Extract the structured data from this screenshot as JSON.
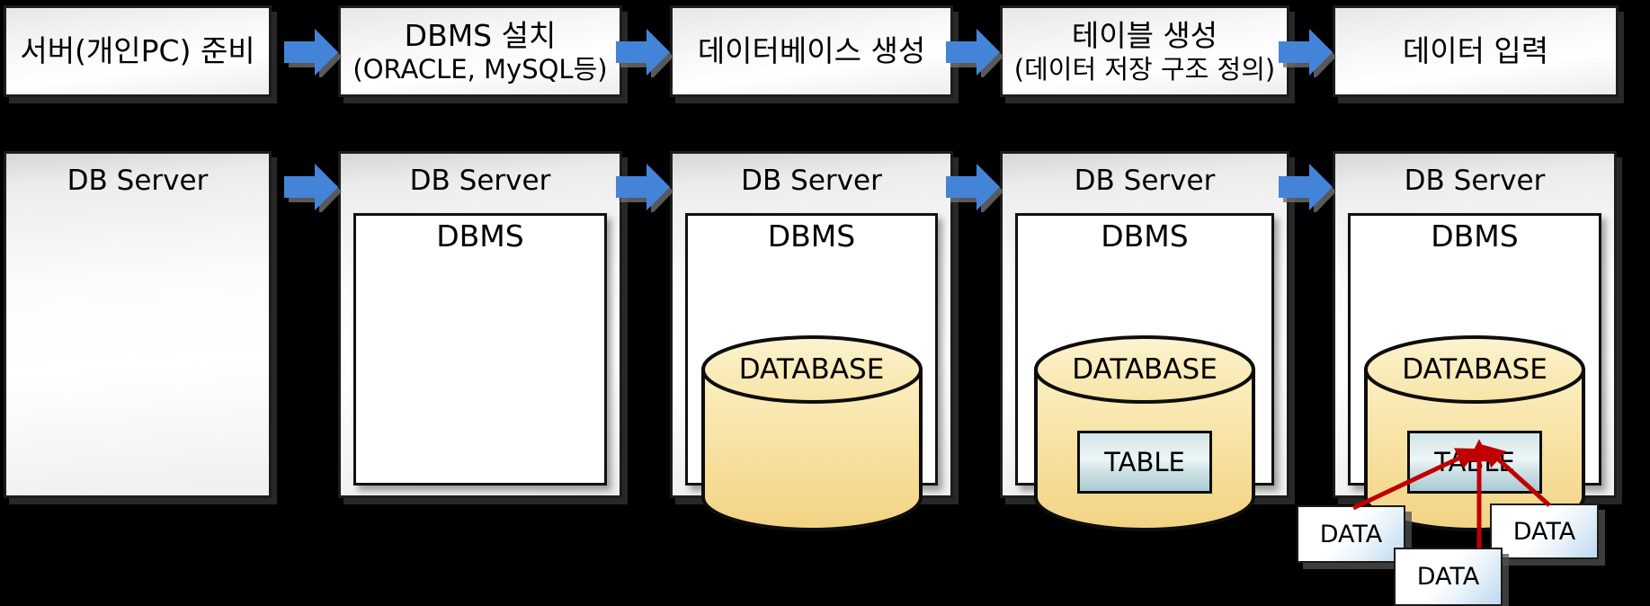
{
  "steps": [
    {
      "title": "서버(개인PC) 준비"
    },
    {
      "title": "DBMS 설치",
      "subtitle": "(ORACLE, MySQL등)"
    },
    {
      "title": "데이터베이스 생성"
    },
    {
      "title": "테이블 생성",
      "subtitle": "(데이터 저장 구조 정의)"
    },
    {
      "title": "데이터 입력"
    }
  ],
  "servers": [
    {
      "label": "DB Server"
    },
    {
      "label": "DB Server",
      "dbms": {
        "label": "DBMS"
      }
    },
    {
      "label": "DB Server",
      "dbms": {
        "label": "DBMS",
        "database": {
          "label": "DATABASE"
        }
      }
    },
    {
      "label": "DB Server",
      "dbms": {
        "label": "DBMS",
        "database": {
          "label": "DATABASE",
          "table": {
            "label": "TABLE"
          }
        }
      }
    },
    {
      "label": "DB Server",
      "dbms": {
        "label": "DBMS",
        "database": {
          "label": "DATABASE",
          "table": {
            "label": "TABLE"
          }
        }
      }
    }
  ],
  "data_inputs": [
    {
      "label": "DATA"
    },
    {
      "label": "DATA"
    },
    {
      "label": "DATA"
    }
  ],
  "colors": {
    "background": "#000000",
    "flow_arrow_blue": "#4484D8",
    "insert_arrow_red": "#C00000",
    "cylinder_light": "#FBF1CC",
    "cylinder_dark": "#F2D383",
    "table_light": "#EEF5F6",
    "table_dark": "#A9CBD3",
    "data_box_blue": "#BCD8EF"
  }
}
